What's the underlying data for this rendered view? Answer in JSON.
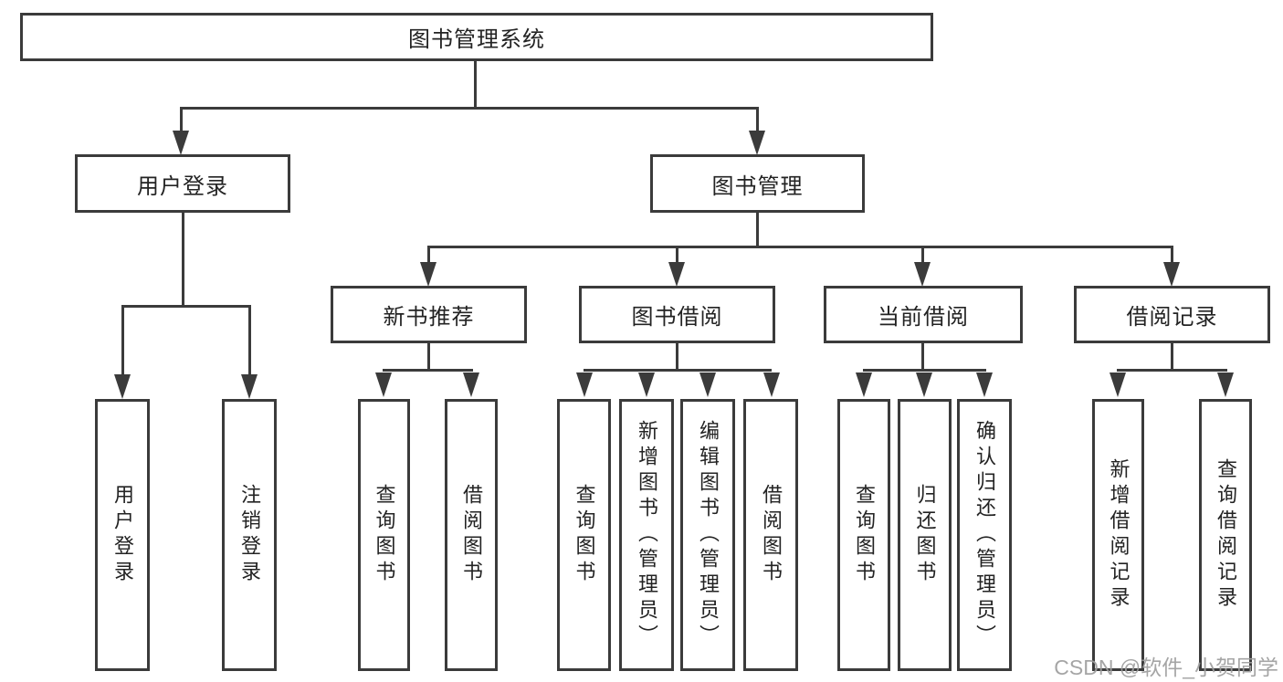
{
  "diagram": {
    "title": "图书管理系统",
    "type": "functional-decomposition-tree",
    "colors": {
      "line": "#3b3b3b",
      "text": "#232323",
      "watermark": "#9e9e9e",
      "background": "#ffffff"
    },
    "watermark": "CSDN @软件_小贺同学",
    "nodes": {
      "root": {
        "label": "图书管理系统"
      },
      "user_login": {
        "label": "用户登录"
      },
      "book_mgmt": {
        "label": "图书管理"
      },
      "new_book_rec": {
        "label": "新书推荐"
      },
      "book_borrow": {
        "label": "图书借阅"
      },
      "current_borrow": {
        "label": "当前借阅"
      },
      "borrow_records": {
        "label": "借阅记录"
      },
      "leaf_login": {
        "label": "用户登录"
      },
      "leaf_logout": {
        "label": "注销登录"
      },
      "leaf_query_book_1": {
        "label": "查询图书"
      },
      "leaf_borrow_book_1": {
        "label": "借阅图书"
      },
      "leaf_query_book_2": {
        "label": "查询图书"
      },
      "leaf_add_book": {
        "label": "新增图书（管理员）"
      },
      "leaf_edit_book": {
        "label": "编辑图书（管理员）"
      },
      "leaf_borrow_book_2": {
        "label": "借阅图书"
      },
      "leaf_query_book_3": {
        "label": "查询图书"
      },
      "leaf_return_book": {
        "label": "归还图书"
      },
      "leaf_confirm_return": {
        "label": "确认归还（管理员）"
      },
      "leaf_add_borrow_record": {
        "label": "新增借阅记录"
      },
      "leaf_query_borrow_record": {
        "label": "查询借阅记录"
      }
    },
    "hierarchy": {
      "root": "图书管理系统",
      "children": [
        {
          "label": "用户登录",
          "children": [
            "用户登录",
            "注销登录"
          ]
        },
        {
          "label": "图书管理",
          "children": [
            {
              "label": "新书推荐",
              "children": [
                "查询图书",
                "借阅图书"
              ]
            },
            {
              "label": "图书借阅",
              "children": [
                "查询图书",
                "新增图书（管理员）",
                "编辑图书（管理员）",
                "借阅图书"
              ]
            },
            {
              "label": "当前借阅",
              "children": [
                "查询图书",
                "归还图书",
                "确认归还（管理员）"
              ]
            },
            {
              "label": "借阅记录",
              "children": [
                "新增借阅记录",
                "查询借阅记录"
              ]
            }
          ]
        }
      ]
    }
  }
}
